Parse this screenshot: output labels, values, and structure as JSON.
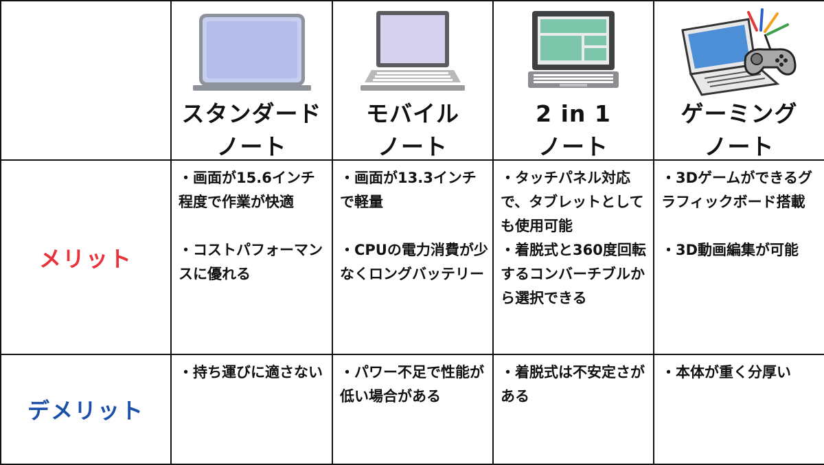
{
  "products": [
    {
      "line1": "スタンダード",
      "line2": "ノート",
      "icon": "standard-laptop-icon"
    },
    {
      "line1": "モバイル",
      "line2": "ノート",
      "icon": "mobile-laptop-icon"
    },
    {
      "line1": "2 in 1",
      "line2": "ノート",
      "icon": "2in1-laptop-icon"
    },
    {
      "line1": "ゲーミング",
      "line2": "ノート",
      "icon": "gaming-laptop-icon"
    }
  ],
  "rows": {
    "merit_label": "メリット",
    "demerit_label": "デメリット"
  },
  "merit": {
    "standard": [
      "・画面が15.6インチ程度で作業が快適",
      "・コストパフォーマンスに優れる"
    ],
    "mobile": [
      "・画面が13.3インチで軽量",
      "・CPUの電力消費が少なくロングバッテリー"
    ],
    "two_in_one": [
      "・タッチパネル対応で、タブレットとしても使用可能",
      "・着脱式と360度回転するコンバーチブルから選択できる"
    ],
    "gaming": [
      "・3Dゲームができるグラフィックボード搭載",
      "・3D動画編集が可能"
    ]
  },
  "demerit": {
    "standard": "・持ち運びに適さない",
    "mobile": "・パワー不足で性能が低い場合がある",
    "two_in_one": "・着脱式は不安定さがある",
    "gaming": "・本体が重く分厚い"
  },
  "colors": {
    "merit": "#e8333c",
    "demerit": "#1b4fa8",
    "border": "#111111"
  }
}
